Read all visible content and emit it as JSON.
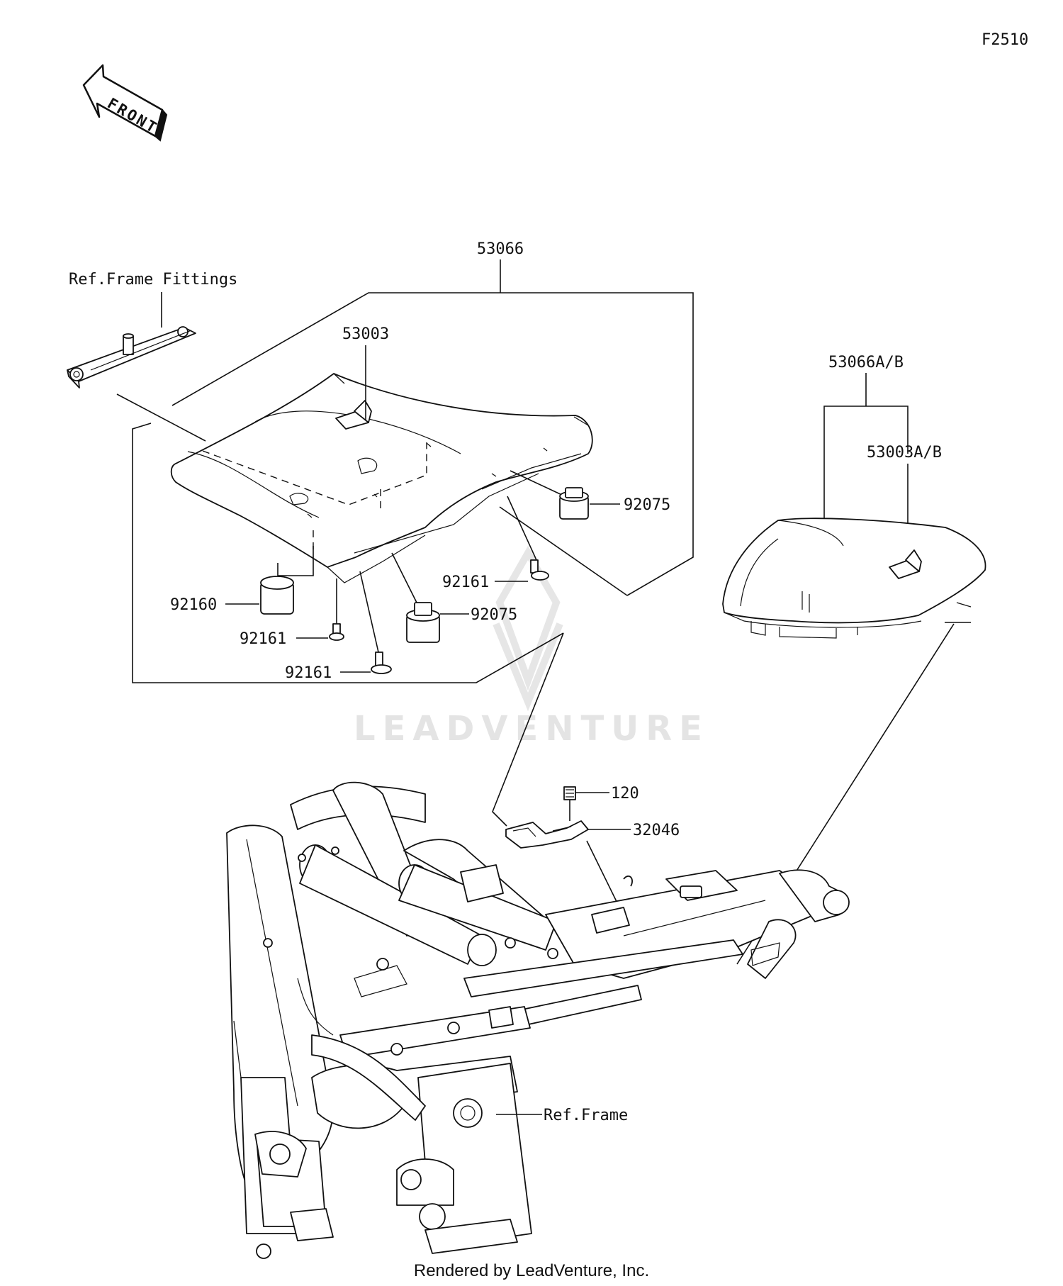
{
  "diagram": {
    "ref_code": "F2510",
    "front_arrow_text": "FRONT",
    "watermark": "LEADVENTURE",
    "footer": "Rendered by LeadVenture, Inc.",
    "callouts": {
      "ref_frame_fittings": "Ref.Frame Fittings",
      "seat_assy": "53066",
      "seat_label": "53003",
      "damper_rear": "92075",
      "damper_mid": "92075",
      "damper_front": "92160",
      "screw_a": "92161",
      "screw_b": "92161",
      "screw_c": "92161",
      "seat_assy_ab": "53066A/B",
      "seat_label_ab": "53003A/B",
      "bolt": "120",
      "bracket": "32046",
      "ref_frame": "Ref.Frame"
    }
  }
}
